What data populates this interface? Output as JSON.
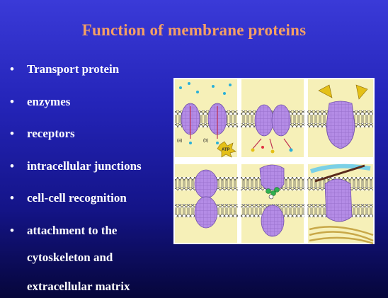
{
  "slide": {
    "title": "Function of membrane proteins",
    "bullet_char": "•",
    "bullets": [
      {
        "text": "Transport protein"
      },
      {
        "text": "enzymes"
      },
      {
        "text": "receptors"
      },
      {
        "text": "intracellular junctions"
      },
      {
        "text": "cell-cell recognition"
      },
      {
        "text": "attachment to the",
        "continuation": [
          "cytoskeleton and",
          "extracellular matrix"
        ]
      }
    ]
  },
  "figure": {
    "panel_labels": [
      "(a)",
      "(b)"
    ],
    "atp_label": "ATP",
    "colors": {
      "background_top": "#3a3ad8",
      "background_bottom": "#06063a",
      "title": "#f4a064",
      "text": "#ffffff",
      "protein": "#b48ce6",
      "panel_bg": "#f6f0b8",
      "signal": "#e4c018"
    }
  }
}
